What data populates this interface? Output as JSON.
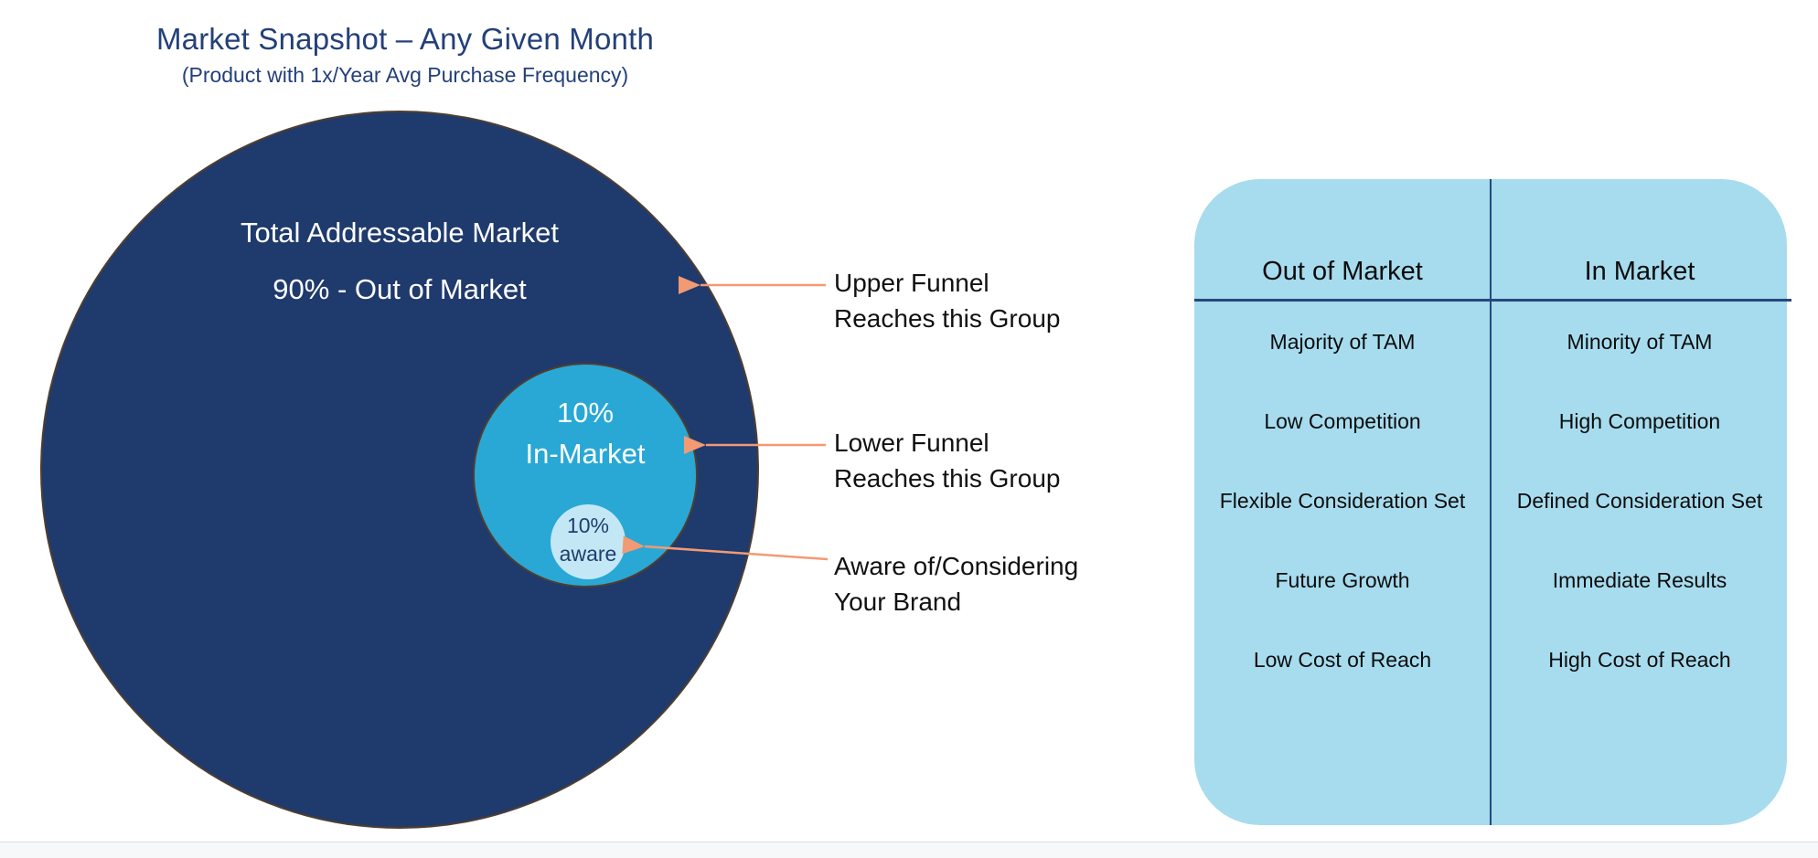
{
  "title": "Market Snapshot – Any Given Month",
  "subtitle": "(Product with 1x/Year Avg Purchase Frequency)",
  "venn": {
    "outer_label_line1": "Total Addressable Market",
    "outer_label_line2": "90% - Out of Market",
    "middle_label_line1": "10%",
    "middle_label_line2": "In-Market",
    "inner_label_line1": "10%",
    "inner_label_line2": "aware"
  },
  "callouts": [
    {
      "line1": "Upper Funnel",
      "line2": "Reaches this Group"
    },
    {
      "line1": "Lower Funnel",
      "line2": "Reaches this Group"
    },
    {
      "line1": "Aware of/Considering",
      "line2": "Your Brand"
    }
  ],
  "table": {
    "columns": [
      {
        "header": "Out of Market",
        "rows": [
          "Majority of TAM",
          "Low Competition",
          "Flexible Consideration Set",
          "Future Growth",
          "Low Cost of Reach"
        ]
      },
      {
        "header": "In Market",
        "rows": [
          "Minority of TAM",
          "High Competition",
          "Defined Consideration Set",
          "Immediate Results",
          "High Cost of Reach"
        ]
      }
    ]
  },
  "colors": {
    "title_text": "#24407a",
    "outer_circle_fill": "#1f3a6c",
    "middle_circle_fill": "#29a8d5",
    "inner_circle_fill": "#c4e7f6",
    "circle_outline": "#4f3e31",
    "inner_circle_text": "#1e3f6e",
    "arrow": "#f29a73",
    "table_fill": "#a6dcee",
    "table_line": "#27477e",
    "body_text": "#111111",
    "footer_strip": "#f7f8fa",
    "footer_line": "#d9dcdf"
  }
}
